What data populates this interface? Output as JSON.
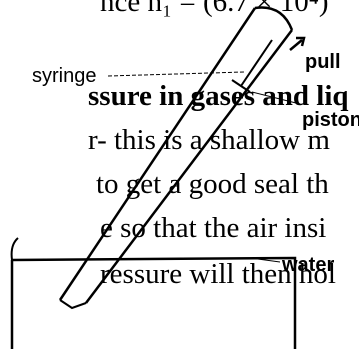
{
  "text_lines": [
    "nce h₁ = (6.7 × 10⁴)",
    "ssure in gases and liq",
    "r- this is a shallow m",
    "to get a good seal th",
    "e so that the air insi",
    "ressure will then hol"
  ],
  "labels": {
    "syringe": "syringe",
    "pull": "pull",
    "piston": "piston",
    "water": "water"
  }
}
